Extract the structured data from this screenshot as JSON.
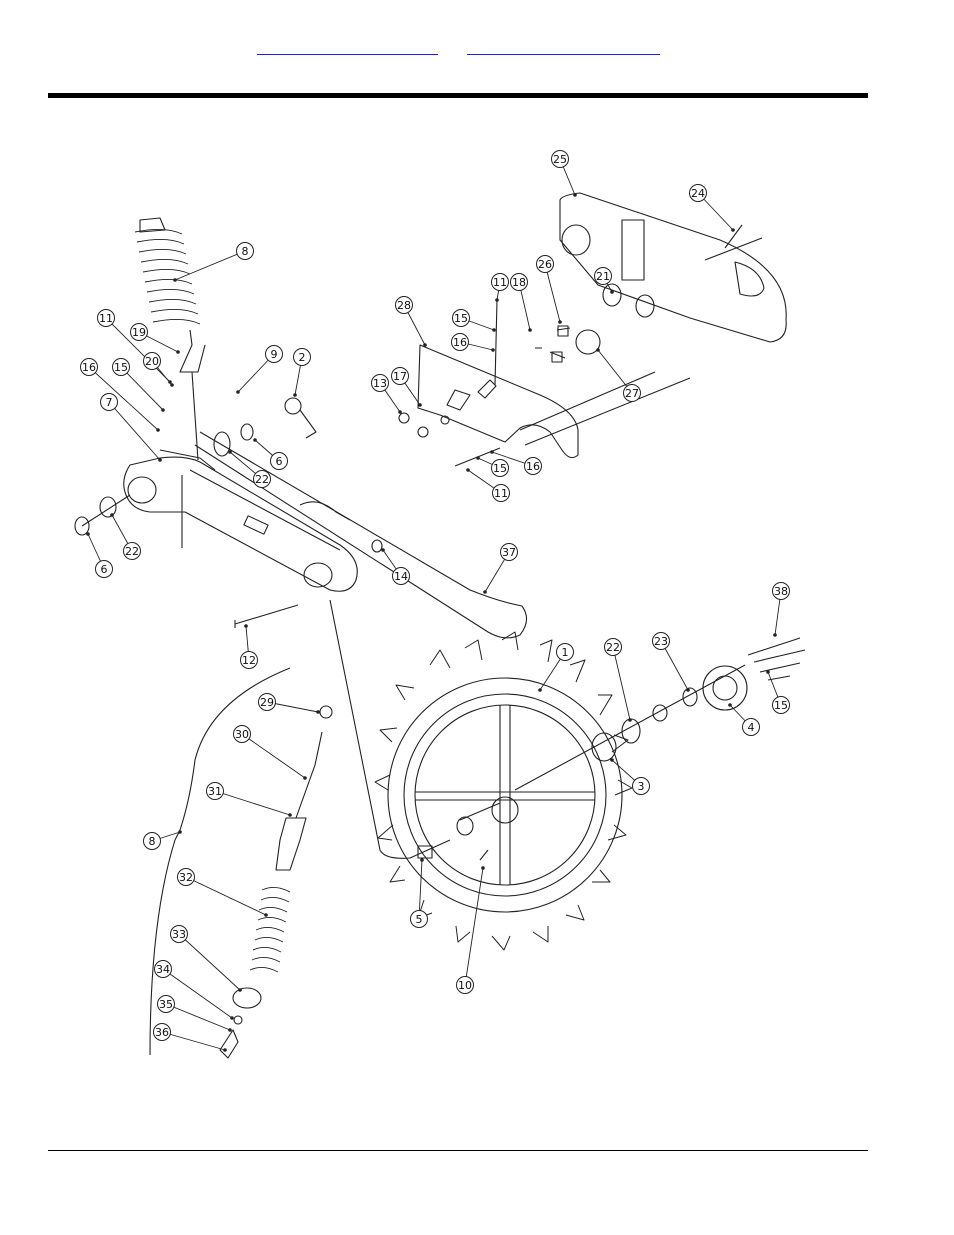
{
  "header": {
    "links": [
      "",
      ""
    ]
  },
  "diagram": {
    "callouts": [
      "1",
      "2",
      "3",
      "4",
      "5",
      "6",
      "6",
      "7",
      "8",
      "8",
      "9",
      "10",
      "11",
      "11",
      "11",
      "12",
      "13",
      "14",
      "15",
      "15",
      "15",
      "15",
      "16",
      "16",
      "16",
      "17",
      "18",
      "19",
      "20",
      "21",
      "22",
      "22",
      "22",
      "23",
      "24",
      "25",
      "26",
      "27",
      "28",
      "29",
      "30",
      "31",
      "32",
      "33",
      "34",
      "35",
      "36",
      "37",
      "38"
    ]
  }
}
